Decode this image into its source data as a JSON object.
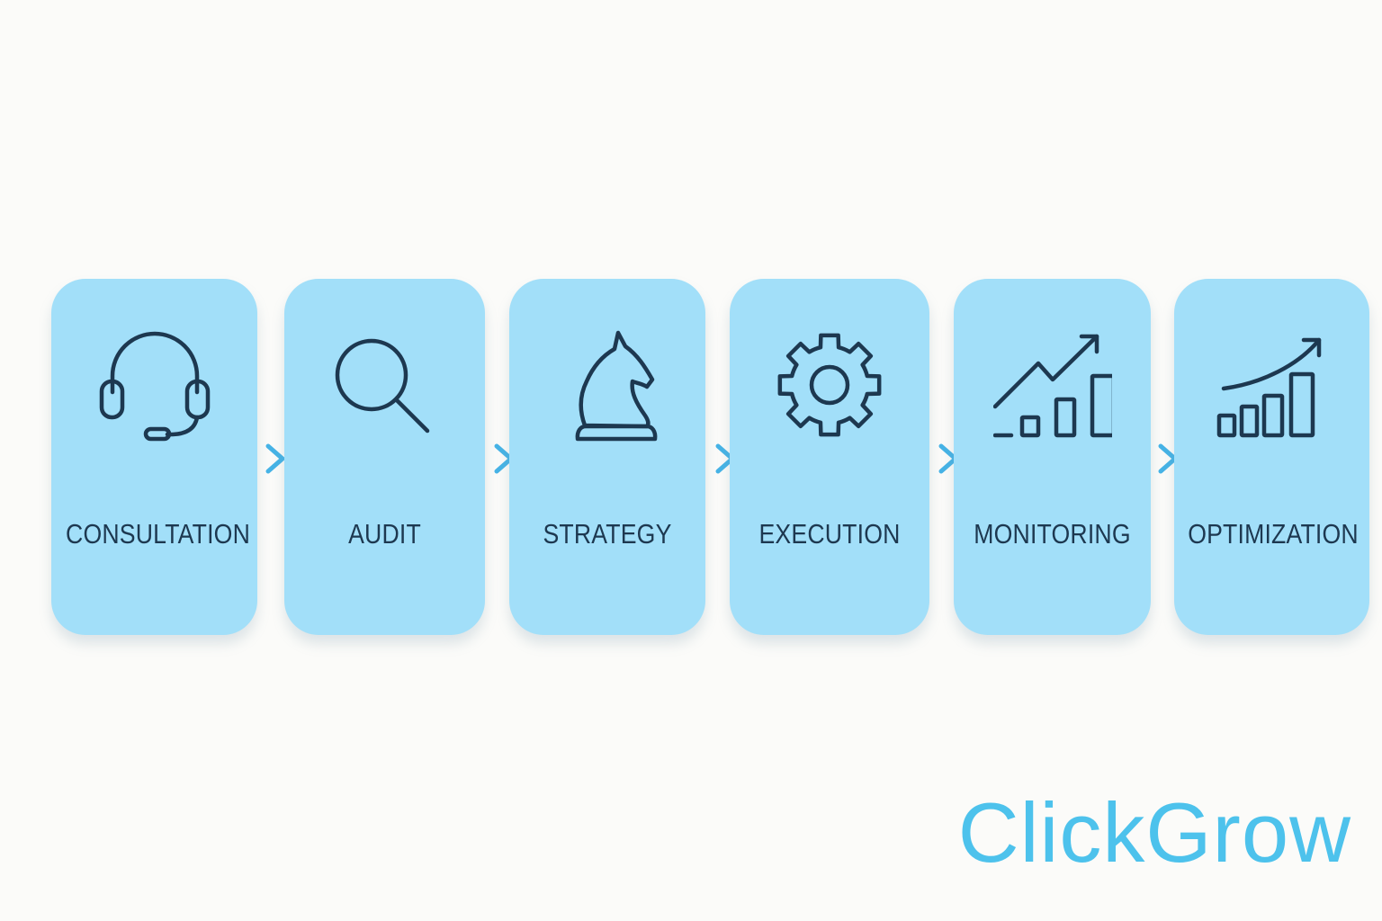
{
  "colors": {
    "background": "#fbfbf9",
    "card": "#a2dff9",
    "connector": "#46b3e6",
    "icon_stroke": "#1d3850",
    "label": "#1d3850",
    "brand": "#4dc2ec"
  },
  "steps": [
    {
      "label": "CONSULTATION",
      "icon": "headset-icon"
    },
    {
      "label": "AUDIT",
      "icon": "magnifier-icon"
    },
    {
      "label": "STRATEGY",
      "icon": "chess-knight-icon"
    },
    {
      "label": "EXECUTION",
      "icon": "gear-icon"
    },
    {
      "label": "MONITORING",
      "icon": "trend-chart-icon"
    },
    {
      "label": "OPTIMIZATION",
      "icon": "growth-chart-icon"
    }
  ],
  "connector_icon": "chevron-right-icon",
  "brand": {
    "name": "ClickGrow"
  }
}
